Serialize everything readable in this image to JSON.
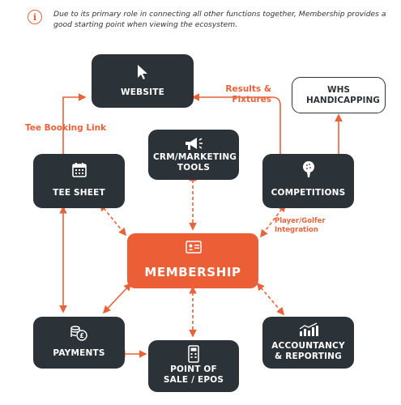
{
  "info": {
    "icon": "info-icon",
    "icon_glyph": "i",
    "text": "Due to its primary role in connecting all other functions together, Membership provides a good starting point when viewing the ecosystem."
  },
  "nodes": {
    "website": {
      "label": "WEBSITE",
      "icon": "cursor-icon"
    },
    "crm": {
      "label": "CRM/MARKETING TOOLS",
      "icon": "megaphone-icon"
    },
    "whs": {
      "label": "WHS HANDICAPPING"
    },
    "tee_sheet": {
      "label": "TEE SHEET",
      "icon": "calendar-icon"
    },
    "competitions": {
      "label": "COMPETITIONS",
      "icon": "golf-ball-icon"
    },
    "membership": {
      "label": "MEMBERSHIP",
      "icon": "id-card-icon"
    },
    "payments": {
      "label": "PAYMENTS",
      "icon": "coins-icon"
    },
    "pos": {
      "label": "POINT OF SALE / EPOS",
      "icon": "card-reader-icon"
    },
    "accountancy": {
      "label": "ACCOUNTANCY & REPORTING",
      "icon": "chart-icon"
    }
  },
  "connections": {
    "results_fixtures": "Results & Fixtures",
    "tee_booking": "Tee Booking Link",
    "player_golfer": "Player/Golfer Integration"
  },
  "colors": {
    "accent": "#ec5f36",
    "dark": "#2b3339",
    "label": "#e8623a"
  }
}
